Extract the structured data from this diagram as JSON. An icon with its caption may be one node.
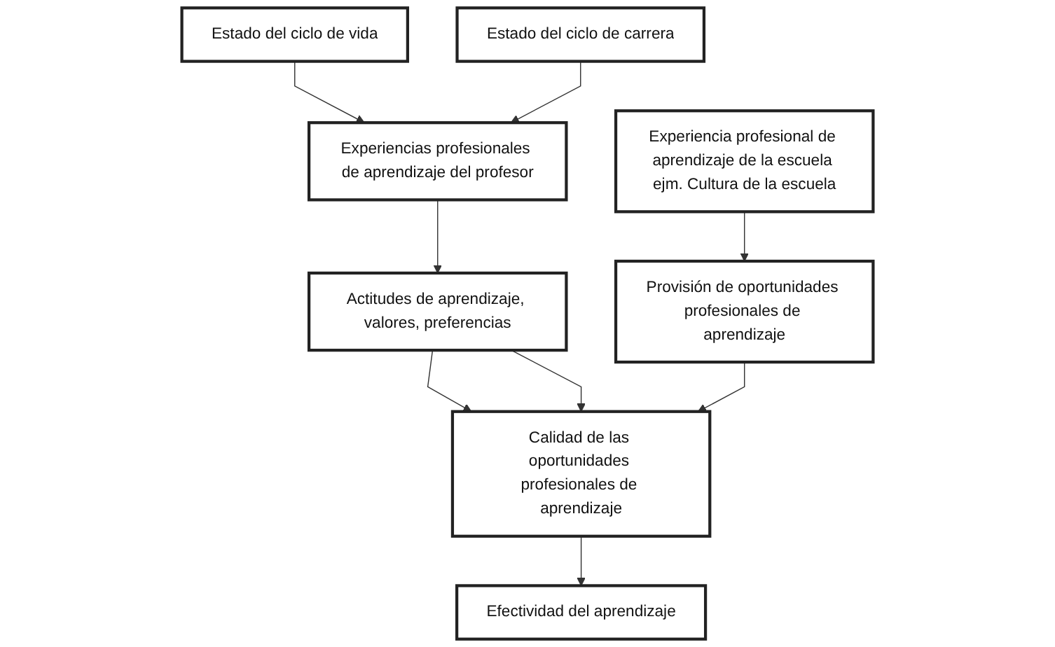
{
  "diagram": {
    "nodes": [
      {
        "text": [
          "Estado del ciclo de vida"
        ]
      },
      {
        "text": [
          "Experiencias profesionales de aprendizaje del profesor"
        ]
      },
      {
        "text": [
          "Estado del ciclo de carrera"
        ]
      },
      {
        "text": [
          "Actitudes de aprendizaje, valores, preferencias"
        ]
      },
      {
        "text": [
          "Calidad de las oportunidades profesionales de aprendizaje"
        ]
      },
      {
        "text": [
          "Provisión de oportunidades profesionales de aprendizaje"
        ]
      },
      {
        "text": [
          "Efectividad del aprendizaje"
        ]
      },
      {
        "text": [
          "Experiencia profesional de aprendizaje de la escuela ejm. Cultura de la escuela"
        ]
      }
    ],
    "edges": [
      {
        "from": 0,
        "to": 1,
        "arrow": "to"
      },
      {
        "from": 2,
        "to": 1,
        "arrow": "to"
      },
      {
        "from": 1,
        "to": 3,
        "arrow": "to"
      },
      {
        "from": 3,
        "to": 4,
        "arrow": "to"
      },
      {
        "from": 3,
        "to": 4,
        "arrow": "to"
      },
      {
        "from": 5,
        "to": 4,
        "arrow": "to"
      },
      {
        "from": 4,
        "to": 6,
        "arrow": "to"
      },
      {
        "from": 7,
        "to": 5,
        "arrow": "to"
      }
    ]
  }
}
